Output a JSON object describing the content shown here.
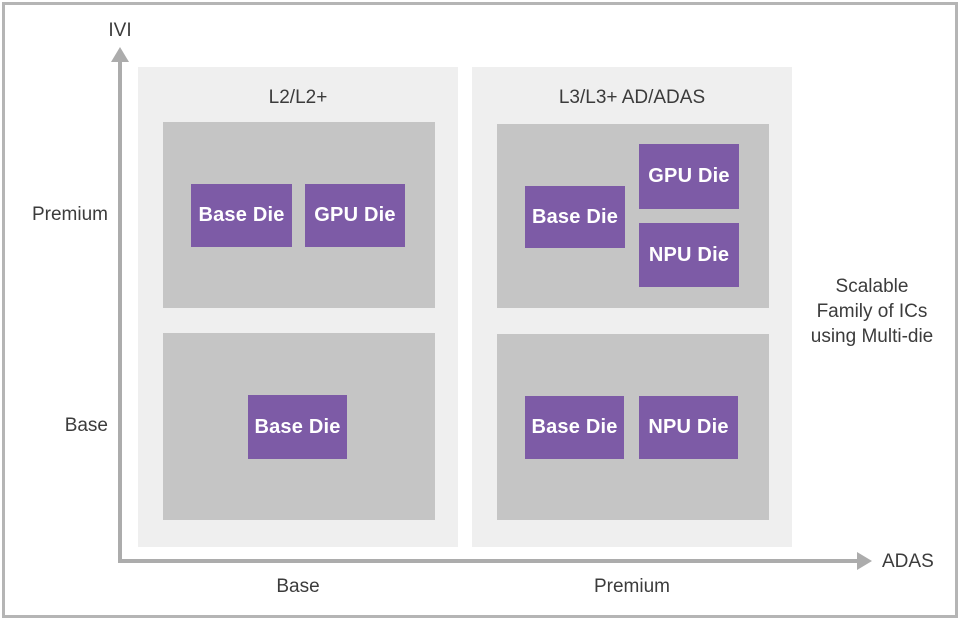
{
  "colors": {
    "die_purple": "#7d5ba6",
    "panel_light_gray": "#efefef",
    "inner_box_gray": "#c5c5c5",
    "axis_gray": "#acacac",
    "frame_border_gray": "#b5b5b5",
    "text_dark": "#3c3c3c"
  },
  "axes": {
    "y_label": "IVI",
    "x_label": "ADAS",
    "y_ticks": {
      "top": "Premium",
      "bottom": "Base"
    },
    "x_ticks": {
      "left": "Base",
      "right": "Premium"
    }
  },
  "annotation": {
    "line1": "Scalable",
    "line2": "Family of ICs",
    "line3": "using Multi-die"
  },
  "columns": [
    {
      "title": "L2/L2+",
      "cells": [
        {
          "row": "Premium",
          "dies": [
            "Base Die",
            "GPU Die"
          ]
        },
        {
          "row": "Base",
          "dies": [
            "Base Die"
          ]
        }
      ]
    },
    {
      "title": "L3/L3+ AD/ADAS",
      "cells": [
        {
          "row": "Premium",
          "dies": [
            "Base Die",
            "GPU Die",
            "NPU Die"
          ]
        },
        {
          "row": "Base",
          "dies": [
            "Base Die",
            "NPU Die"
          ]
        }
      ]
    }
  ]
}
